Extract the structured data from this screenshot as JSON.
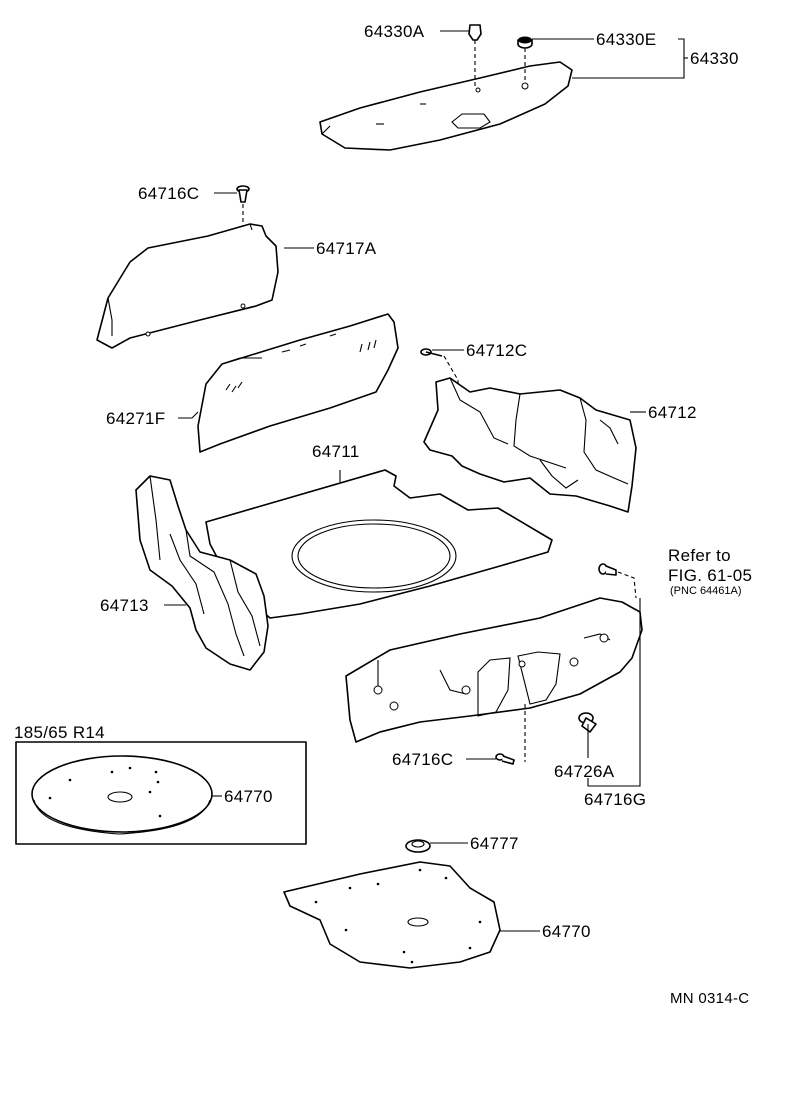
{
  "labels": {
    "p64330A": "64330A",
    "p64330E": "64330E",
    "p64330": "64330",
    "p64716C_top": "64716C",
    "p64717A": "64717A",
    "p64712C": "64712C",
    "p64271F": "64271F",
    "p64712": "64712",
    "p64711": "64711",
    "refer_to": "Refer to",
    "fig_ref": "FIG. 61-05",
    "pnc_ref": "(PNC 64461A)",
    "p64713": "64713",
    "tire_size": "185/65 R14",
    "p64770_disc": "64770",
    "p64716C_bottom": "64716C",
    "p64726A": "64726A",
    "p64716G": "64716G",
    "p64777": "64777",
    "p64770_cover": "64770",
    "diagram_code": "MN 0314-C"
  },
  "colors": {
    "line": "#000000",
    "background": "#ffffff"
  }
}
